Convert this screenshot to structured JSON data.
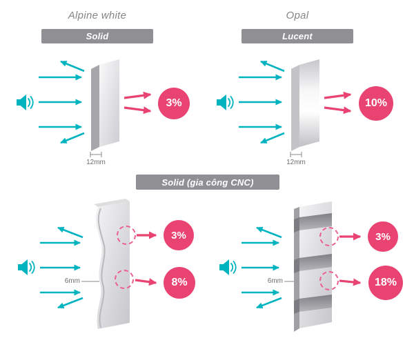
{
  "top_left": {
    "title": "Alpine white",
    "badge": "Solid",
    "thickness": "12mm",
    "value": "3%"
  },
  "top_right": {
    "title": "Opal",
    "badge": "Lucent",
    "thickness": "12mm",
    "value": "10%"
  },
  "bottom": {
    "badge": "Solid (gia công CNC)"
  },
  "bottom_left": {
    "thickness": "6mm",
    "value_top": "3%",
    "value_bottom": "8%"
  },
  "bottom_right": {
    "thickness": "6mm",
    "value_top": "3%",
    "value_bottom": "18%"
  },
  "colors": {
    "teal": "#00b3bf",
    "pink": "#e94372",
    "badge_gray": "#8f8f94"
  }
}
